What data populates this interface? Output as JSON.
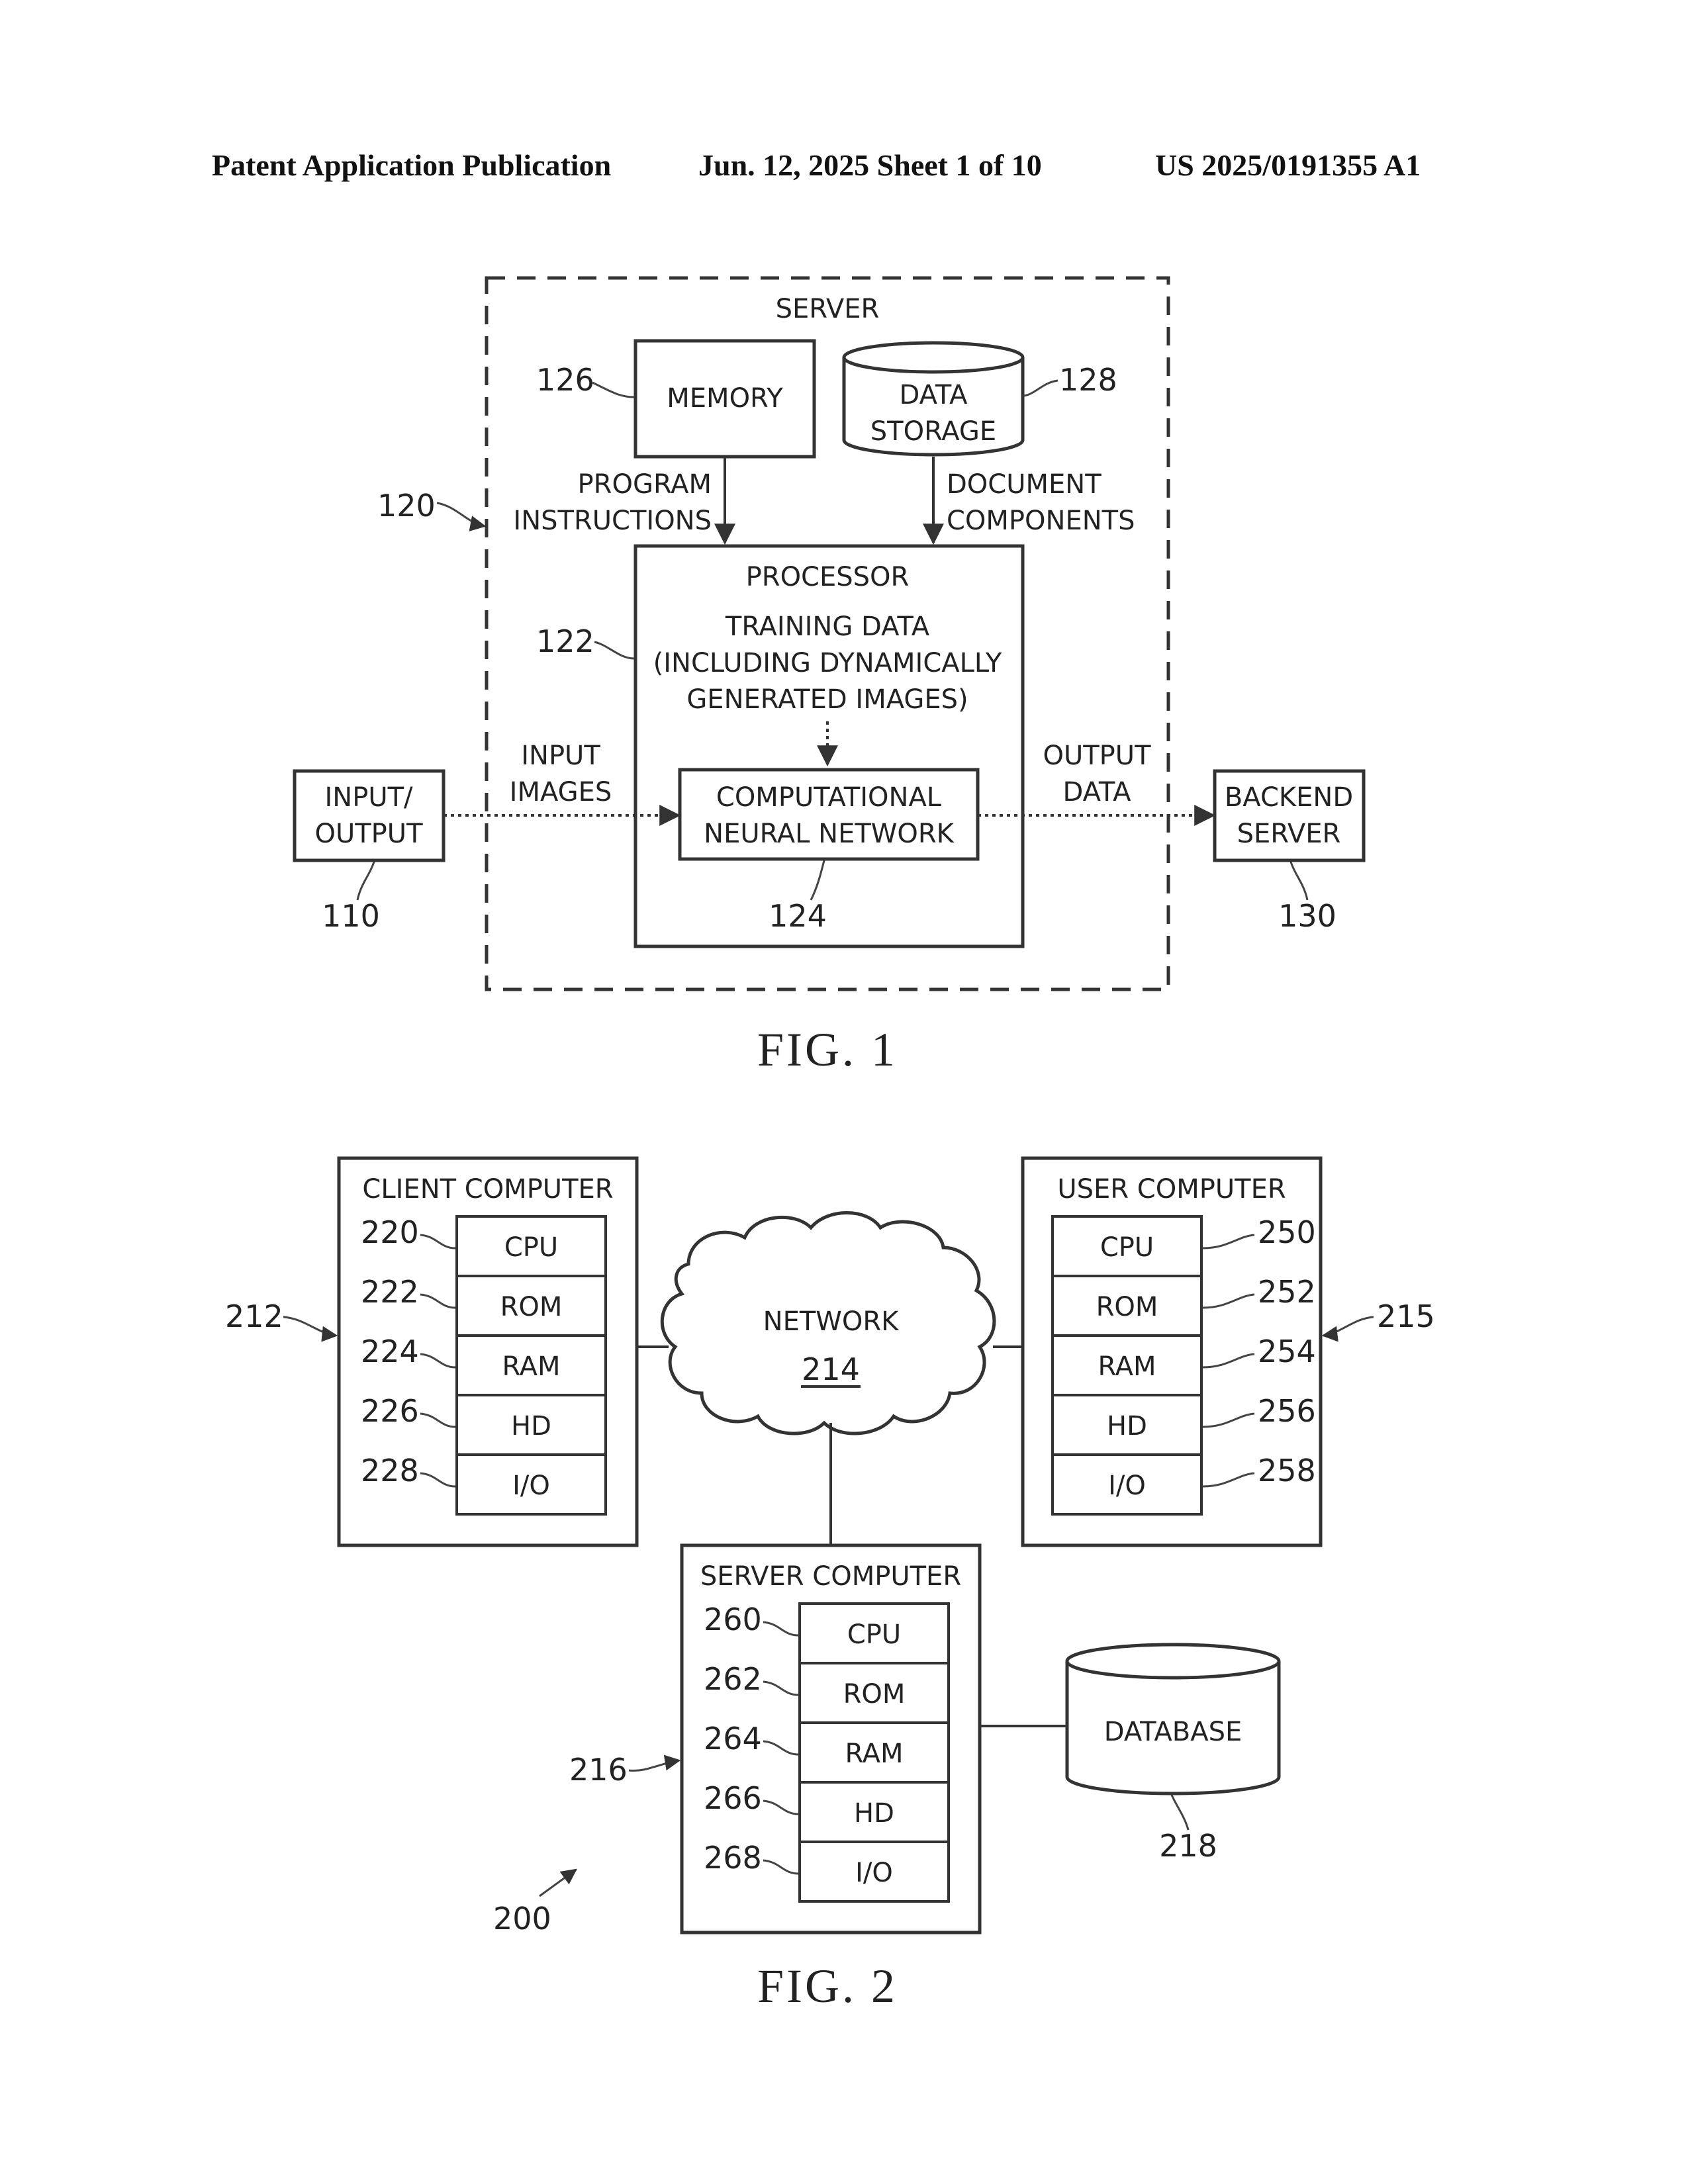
{
  "header": {
    "publication": "Patent Application Publication",
    "date_sheet": "Jun. 12, 2025  Sheet 1 of 10",
    "number": "US 2025/0191355 A1"
  },
  "fig1": {
    "server_label": "SERVER",
    "memory": "MEMORY",
    "data_storage": [
      "DATA",
      "STORAGE"
    ],
    "program_instructions": [
      "PROGRAM",
      "INSTRUCTIONS"
    ],
    "document_components": [
      "DOCUMENT",
      "COMPONENTS"
    ],
    "processor": "PROCESSOR",
    "training_data": [
      "TRAINING DATA",
      "(INCLUDING DYNAMICALLY",
      "GENERATED IMAGES)"
    ],
    "cnn": [
      "COMPUTATIONAL",
      "NEURAL NETWORK"
    ],
    "input_images": [
      "INPUT",
      "IMAGES"
    ],
    "output_data": [
      "OUTPUT",
      "DATA"
    ],
    "io": [
      "INPUT/",
      "OUTPUT"
    ],
    "backend": [
      "BACKEND",
      "SERVER"
    ],
    "refs": {
      "io": "110",
      "server": "120",
      "processor": "122",
      "cnn": "124",
      "memory": "126",
      "storage": "128",
      "backend": "130"
    },
    "caption": "FIG. 1"
  },
  "fig2": {
    "client_title": "CLIENT COMPUTER",
    "user_title": "USER COMPUTER",
    "server_title": "SERVER COMPUTER",
    "components": [
      "CPU",
      "ROM",
      "RAM",
      "HD",
      "I/O"
    ],
    "network": "NETWORK",
    "database": "DATABASE",
    "refs": {
      "system": "200",
      "client": "212",
      "network": "214",
      "user": "215",
      "server": "216",
      "database": "218",
      "client_parts": [
        "220",
        "222",
        "224",
        "226",
        "228"
      ],
      "user_parts": [
        "250",
        "252",
        "254",
        "256",
        "258"
      ],
      "server_parts": [
        "260",
        "262",
        "264",
        "266",
        "268"
      ]
    },
    "caption": "FIG. 2"
  }
}
